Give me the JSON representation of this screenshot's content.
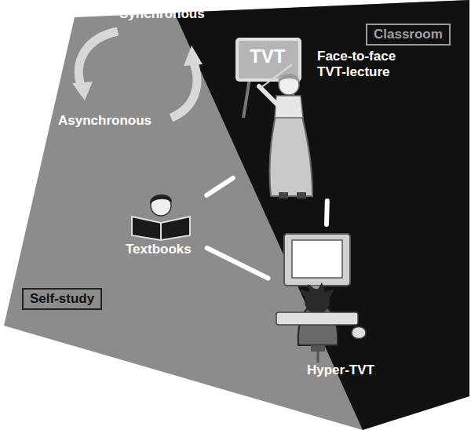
{
  "diagram": {
    "nodes": [
      {
        "text": [
          "Classroom"
        ]
      },
      {
        "text": [
          "TVT",
          "Face-to-face TVT-lecture"
        ]
      },
      {
        "text": [
          "Textbooks"
        ]
      },
      {
        "text": [
          "Hyper-TVT"
        ]
      },
      {
        "text": [
          "Self-study"
        ]
      }
    ],
    "edges": [
      {
        "from": 2,
        "to": 1,
        "arrow": "none"
      },
      {
        "from": 1,
        "to": 3,
        "arrow": "none"
      },
      {
        "from": 2,
        "to": 3,
        "arrow": "none"
      }
    ],
    "labels": [
      "Synchronous",
      "Asynchronous"
    ]
  }
}
